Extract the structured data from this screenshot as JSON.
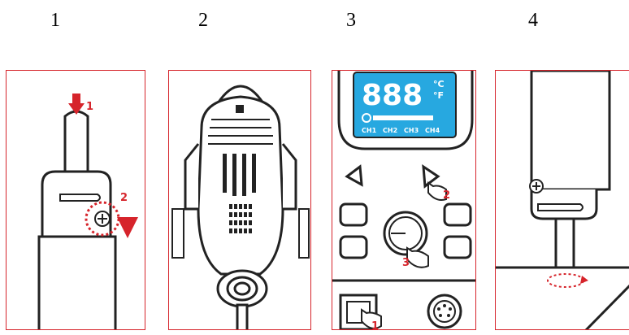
{
  "steps": [
    {
      "number": "1",
      "markers": [
        "1",
        "2"
      ]
    },
    {
      "number": "2",
      "markers": []
    },
    {
      "number": "3",
      "markers": [
        "2",
        "3",
        "1"
      ]
    },
    {
      "number": "4",
      "markers": []
    }
  ],
  "display": {
    "digits": "888",
    "unit_c": "°C",
    "unit_f": "°F",
    "channels": [
      "CH1",
      "CH2",
      "CH3",
      "CH4"
    ]
  },
  "colors": {
    "frame": "#d6242b",
    "marker": "#d6242b",
    "lcd": "#27a8e0",
    "line": "#222222"
  }
}
